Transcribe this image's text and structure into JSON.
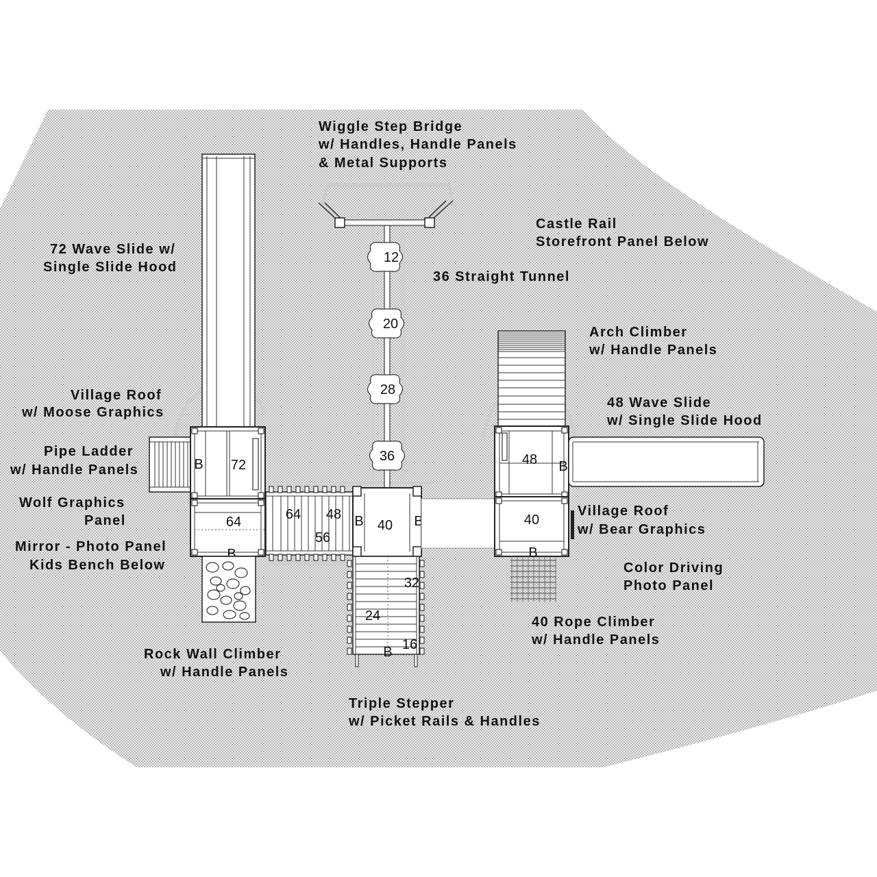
{
  "labels": {
    "wiggle_bridge": [
      "Wiggle Step Bridge",
      "w/ Handles, Handle Panels",
      "& Metal Supports"
    ],
    "castle_rail": [
      "Castle Rail",
      "Storefront Panel Below"
    ],
    "straight_tunnel": [
      "36 Straight Tunnel"
    ],
    "wave_slide_72": [
      "72 Wave Slide w/",
      "Single Slide Hood"
    ],
    "arch_climber": [
      "Arch Climber",
      "w/ Handle Panels"
    ],
    "village_roof_moose": [
      "Village Roof",
      "w/ Moose Graphics"
    ],
    "wave_slide_48": [
      "48 Wave Slide",
      "w/ Single Slide Hood"
    ],
    "pipe_ladder": [
      "Pipe Ladder",
      "w/ Handle Panels"
    ],
    "wolf_panel": [
      "Wolf Graphics",
      "Panel"
    ],
    "village_roof_bear": [
      "Village Roof",
      "w/ Bear Graphics"
    ],
    "mirror_panel": [
      "Mirror - Photo Panel",
      "Kids Bench Below"
    ],
    "color_driving": [
      "Color Driving",
      "Photo Panel"
    ],
    "rope_climber": [
      "40 Rope Climber",
      "w/ Handle Panels"
    ],
    "rock_wall": [
      "Rock Wall Climber",
      "w/ Handle Panels"
    ],
    "triple_stepper": [
      "Triple Stepper",
      "w/ Picket Rails & Handles"
    ]
  },
  "plan_marks": {
    "tunnel": [
      "12",
      "20",
      "28",
      "36"
    ],
    "left_upper_deck": [
      "B",
      "72"
    ],
    "left_lower_deck": [
      "64",
      "B"
    ],
    "bridge": [
      "64",
      "48",
      "56"
    ],
    "center_tower": [
      "B",
      "40",
      "B"
    ],
    "triple_stepper": [
      "32",
      "24",
      "16",
      "B"
    ],
    "right_upper_deck": [
      "48",
      "B"
    ],
    "right_lower_deck": [
      "40",
      "B"
    ]
  },
  "colors": {
    "ground": "#ececec",
    "stipple": "#6e6e6e",
    "outline": "#222222",
    "fill": "#ffffff",
    "ghost": "#cdcdcd"
  }
}
